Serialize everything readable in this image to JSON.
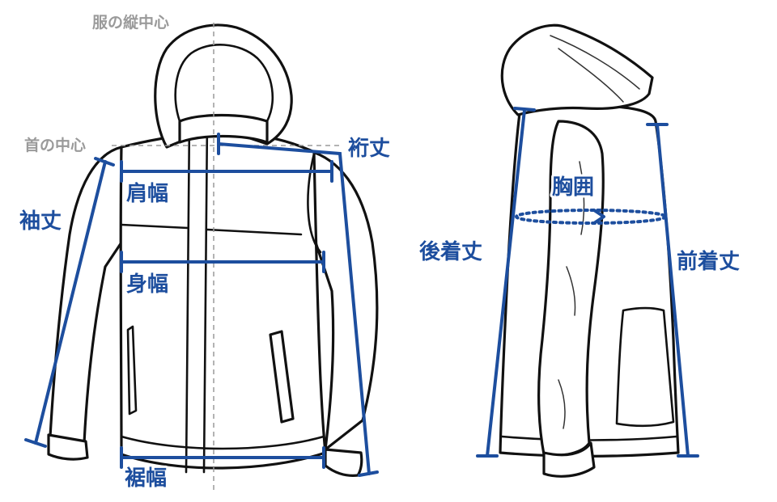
{
  "labels": {
    "center_line": "服の縦中心",
    "neck_center": "首の中心",
    "sleeve_length_from_neck": "裄丈",
    "shoulder_width": "肩幅",
    "sleeve_length": "袖丈",
    "body_width": "身幅",
    "hem_width": "裾幅",
    "chest": "胸囲",
    "back_length": "後着丈",
    "front_length": "前着丈"
  },
  "colors": {
    "measure": "#1d4e9e",
    "reference": "#9a9a9a",
    "outline": "#111111"
  }
}
